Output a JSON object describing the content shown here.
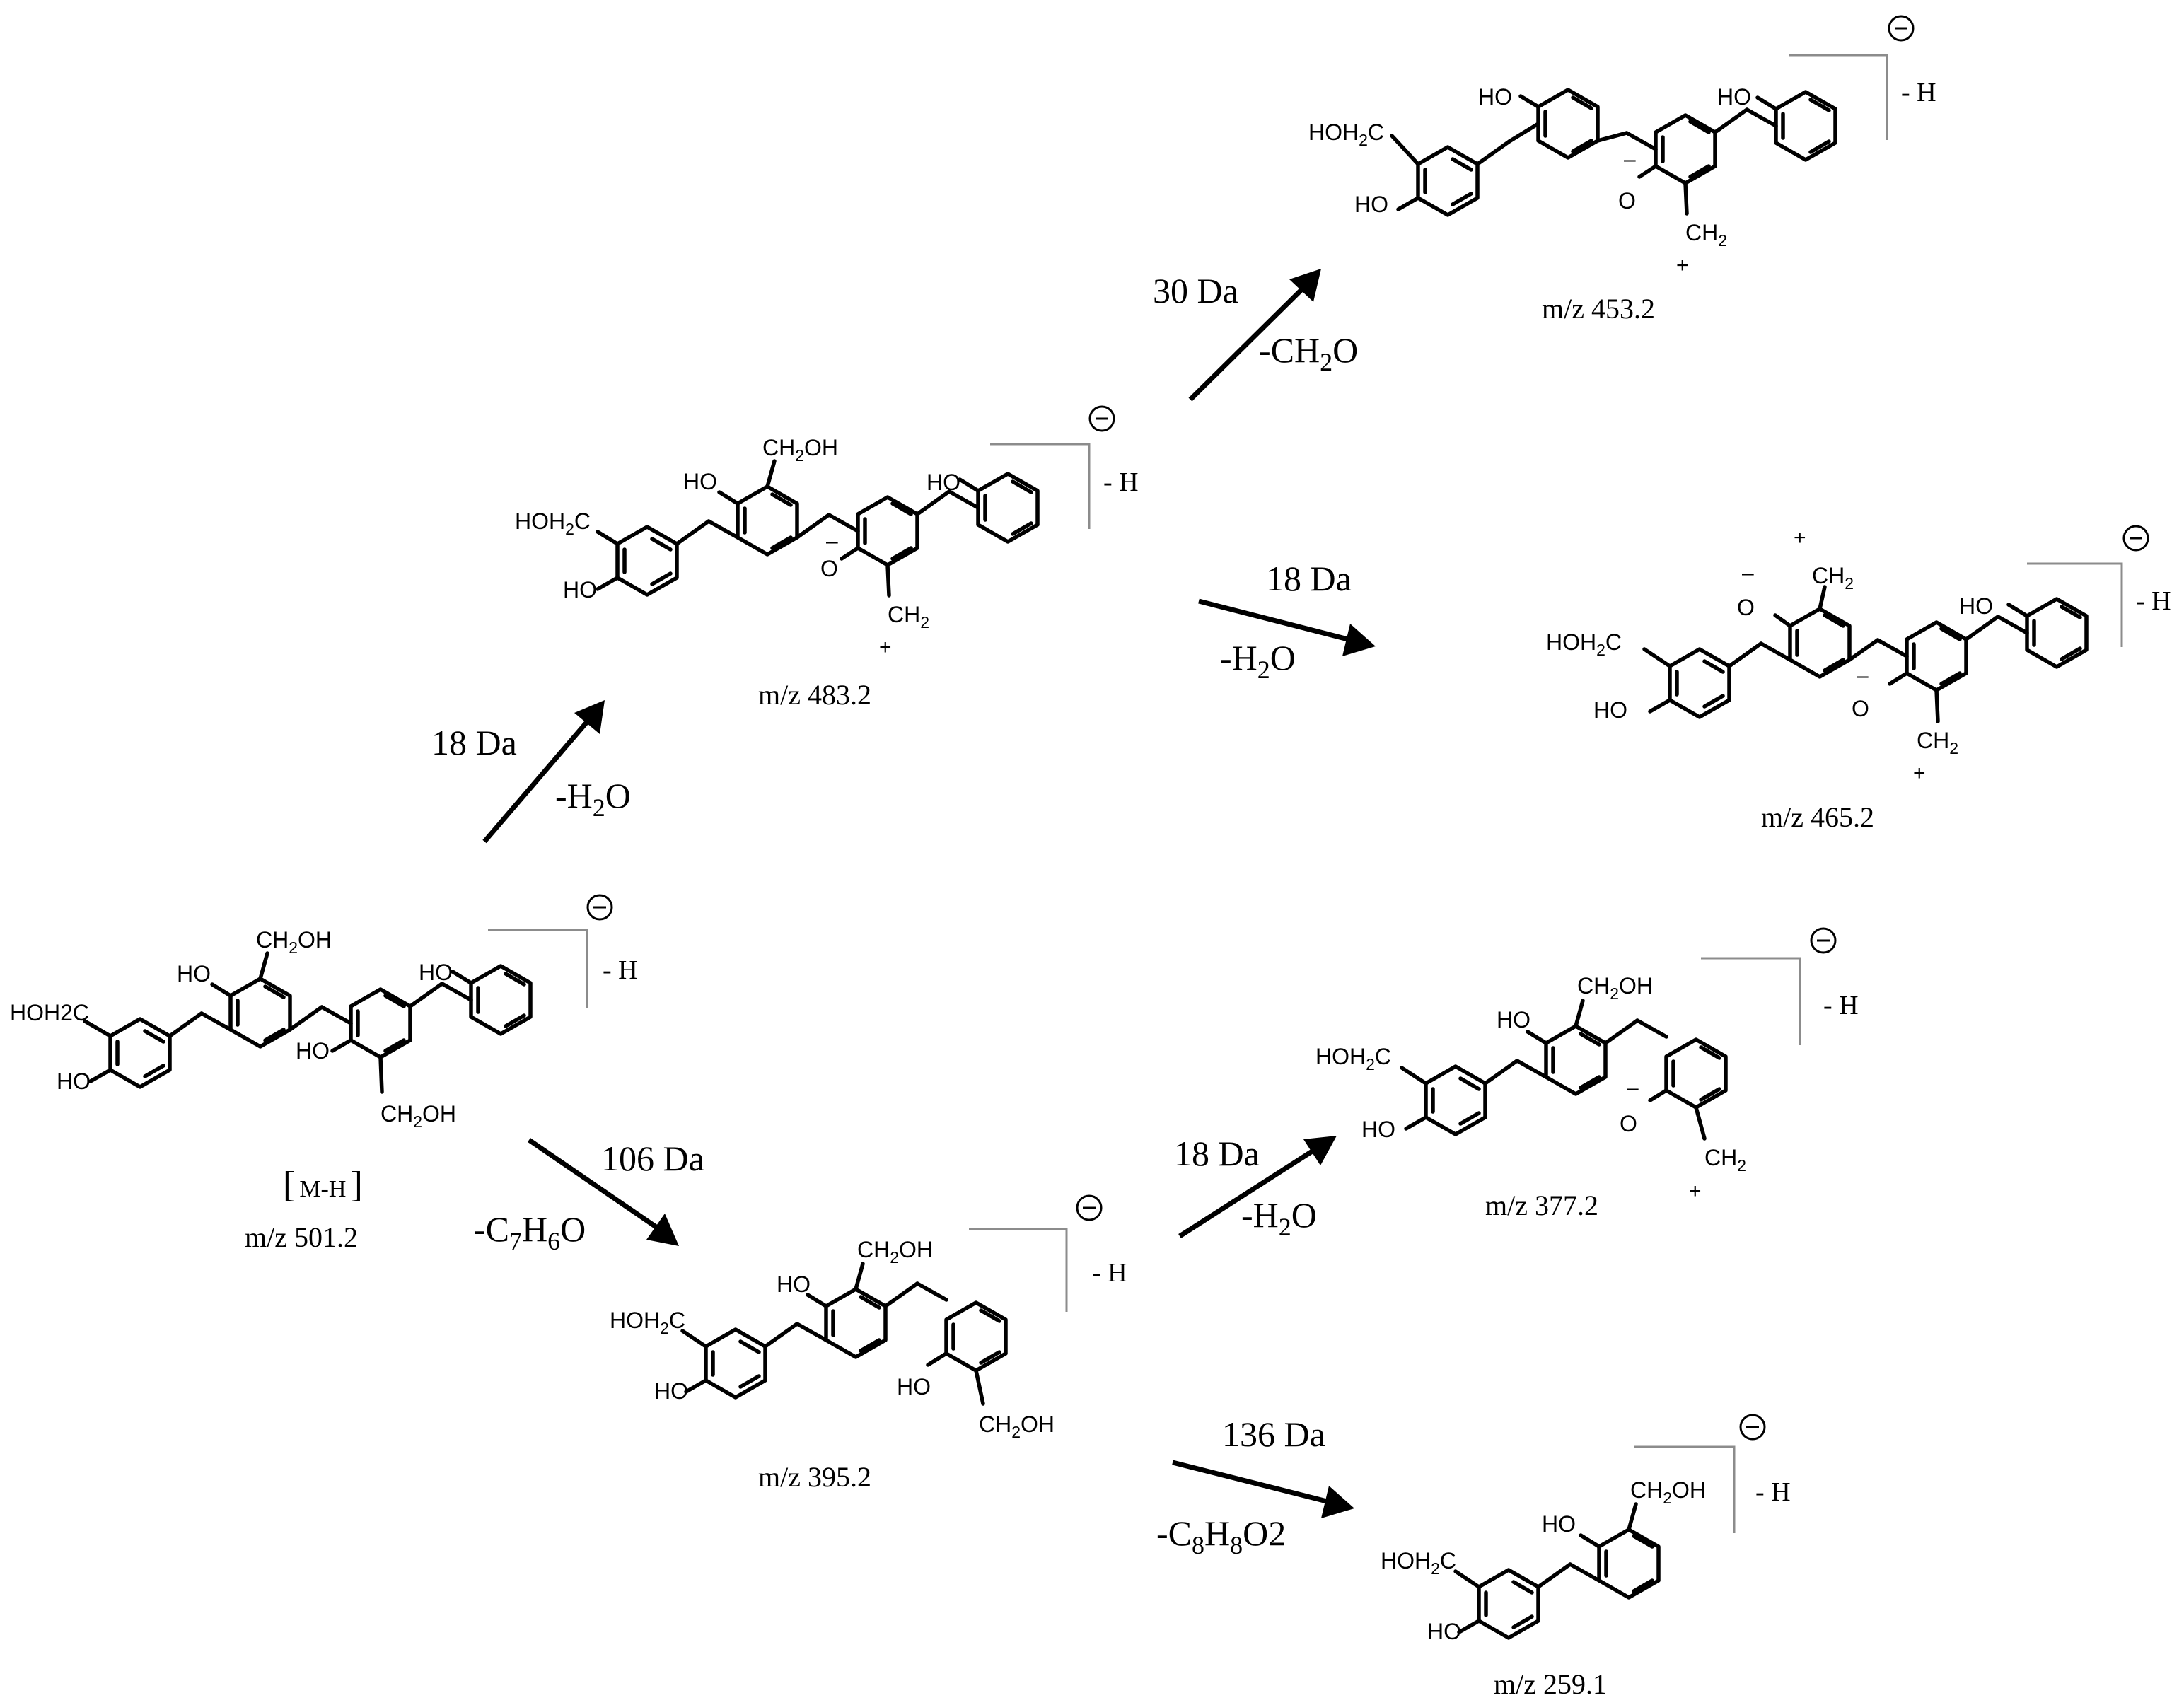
{
  "diagram": {
    "bracket_label": "- H",
    "charge_symbol": "⊖",
    "atom_labels": {
      "hoh2c": "HOH2C",
      "ch2oh": "CH2OH",
      "ho": "HO",
      "o": "O",
      "ch2": "CH2",
      "plus": "+",
      "minus": "–"
    },
    "structures": [
      {
        "id": "parent",
        "label": "[M-H]",
        "mz": "m/z   501.2"
      },
      {
        "id": "frag-483",
        "mz": "m/z   483.2"
      },
      {
        "id": "frag-453",
        "mz": "m/z   453.2"
      },
      {
        "id": "frag-465",
        "mz": "m/z   465.2"
      },
      {
        "id": "frag-395",
        "mz": "m/z   395.2"
      },
      {
        "id": "frag-377",
        "mz": "m/z   377.2"
      },
      {
        "id": "frag-259",
        "mz": "m/z   259.1"
      }
    ],
    "transitions": [
      {
        "from": "parent",
        "to": "frag-483",
        "mass": "18 Da",
        "loss": "-H2O"
      },
      {
        "from": "frag-483",
        "to": "frag-453",
        "mass": "30 Da",
        "loss": "-CH2O"
      },
      {
        "from": "frag-483",
        "to": "frag-465",
        "mass": "18 Da",
        "loss": "-H2O"
      },
      {
        "from": "parent",
        "to": "frag-395",
        "mass": "106 Da",
        "loss": "-C7H6O"
      },
      {
        "from": "frag-395",
        "to": "frag-377",
        "mass": "18 Da",
        "loss": "-H2O"
      },
      {
        "from": "frag-395",
        "to": "frag-259",
        "mass": "136 Da",
        "loss": "-C8H8O2"
      }
    ]
  }
}
